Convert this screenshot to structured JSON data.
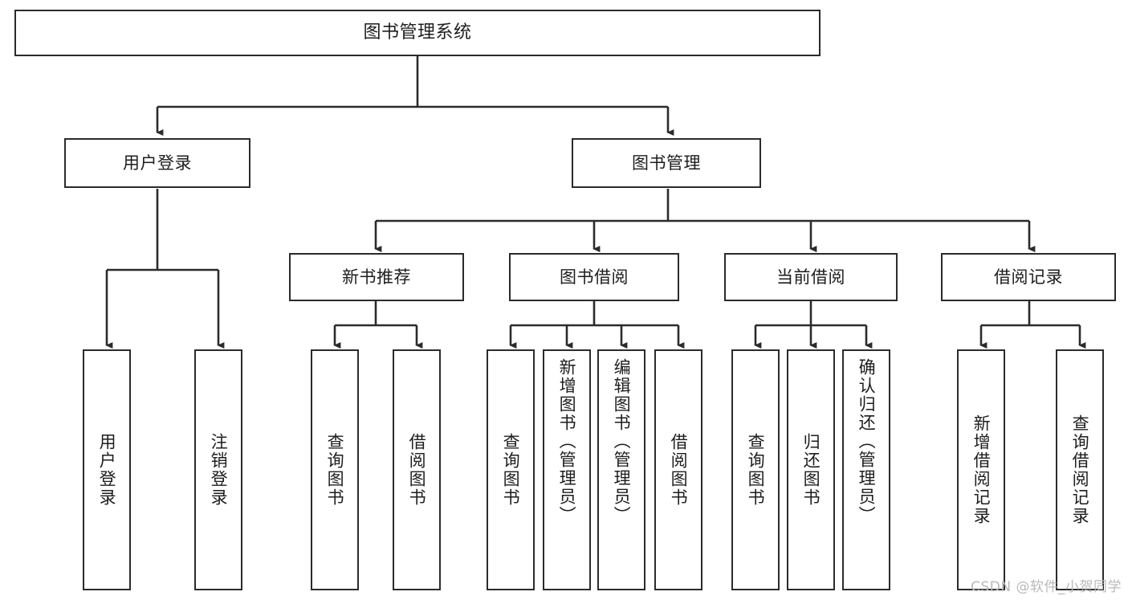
{
  "diagram": {
    "type": "tree",
    "title": "图书管理系统",
    "orientation": "top-down",
    "colors": {
      "box_border": "#2b2b2b",
      "box_fill": "#ffffff",
      "connector": "#2b2b2b",
      "background": "#ffffff",
      "watermark": "#b9b9b9"
    },
    "root": {
      "label": "图书管理系统"
    },
    "level2": [
      {
        "label": "用户登录"
      },
      {
        "label": "图书管理"
      }
    ],
    "level3": [
      {
        "label": "新书推荐"
      },
      {
        "label": "图书借阅"
      },
      {
        "label": "当前借阅"
      },
      {
        "label": "借阅记录"
      }
    ],
    "leaves": {
      "user_login": [
        {
          "label": "用户登录"
        },
        {
          "label": "注销登录"
        }
      ],
      "new_book_recommend": [
        {
          "label": "查询图书"
        },
        {
          "label": "借阅图书"
        }
      ],
      "book_borrow": [
        {
          "label": "查询图书"
        },
        {
          "label": "新增图书（管理员）"
        },
        {
          "label": "编辑图书（管理员）"
        },
        {
          "label": "借阅图书"
        }
      ],
      "current_borrow": [
        {
          "label": "查询图书"
        },
        {
          "label": "归还图书"
        },
        {
          "label": "确认归还（管理员）"
        }
      ],
      "borrow_record": [
        {
          "label": "新增借阅记录"
        },
        {
          "label": "查询借阅记录"
        }
      ]
    }
  },
  "watermark": {
    "text": "CSDN @软件_小贺同学"
  }
}
